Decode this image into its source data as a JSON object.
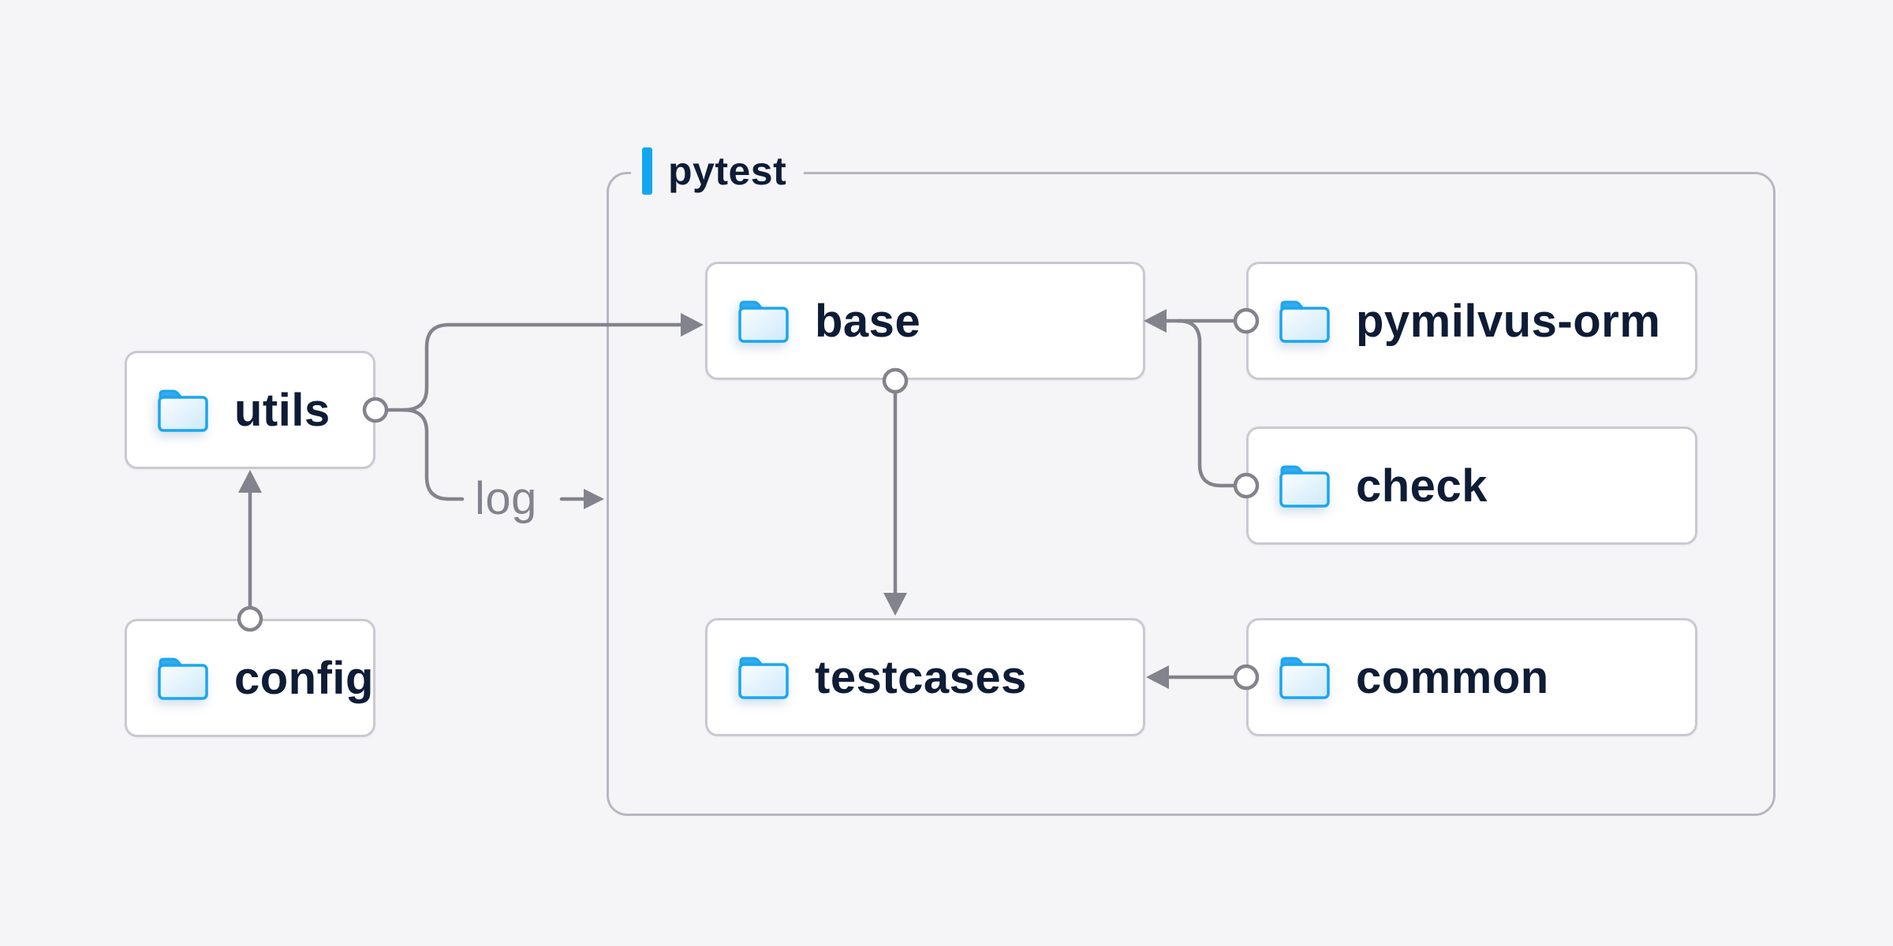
{
  "colors": {
    "background": "#f5f5f7",
    "node_bg": "#ffffff",
    "node_border": "#c9c9d2",
    "container_border": "#b7b7c2",
    "accent_blue": "#14a7f0",
    "folder_stroke": "#19a6f0",
    "folder_tab": "#38a9ea",
    "folder_fill_top": "#fbfdff",
    "folder_fill_bottom": "#cde9fa",
    "label_navy": "#0e1c36",
    "connector_gray": "#83838d",
    "log_text": "#83838d"
  },
  "container": {
    "label": "pytest"
  },
  "nodes": [
    {
      "id": "utils",
      "label": "utils",
      "icon": "folder-icon"
    },
    {
      "id": "config",
      "label": "config",
      "icon": "folder-icon"
    },
    {
      "id": "base",
      "label": "base",
      "icon": "folder-icon"
    },
    {
      "id": "pymilvus-orm",
      "label": "pymilvus-orm",
      "icon": "folder-icon"
    },
    {
      "id": "check",
      "label": "check",
      "icon": "folder-icon"
    },
    {
      "id": "testcases",
      "label": "testcases",
      "icon": "folder-icon"
    },
    {
      "id": "common",
      "label": "common",
      "icon": "folder-icon"
    }
  ],
  "edges": [
    {
      "from": "config",
      "to": "utils"
    },
    {
      "from": "utils",
      "to": "base"
    },
    {
      "from": "utils",
      "to": "log-annotation"
    },
    {
      "from": "pymilvus-orm",
      "to": "base"
    },
    {
      "from": "check",
      "to": "base"
    },
    {
      "from": "base",
      "to": "testcases"
    },
    {
      "from": "common",
      "to": "testcases"
    }
  ],
  "annotations": {
    "log_label": "log"
  }
}
